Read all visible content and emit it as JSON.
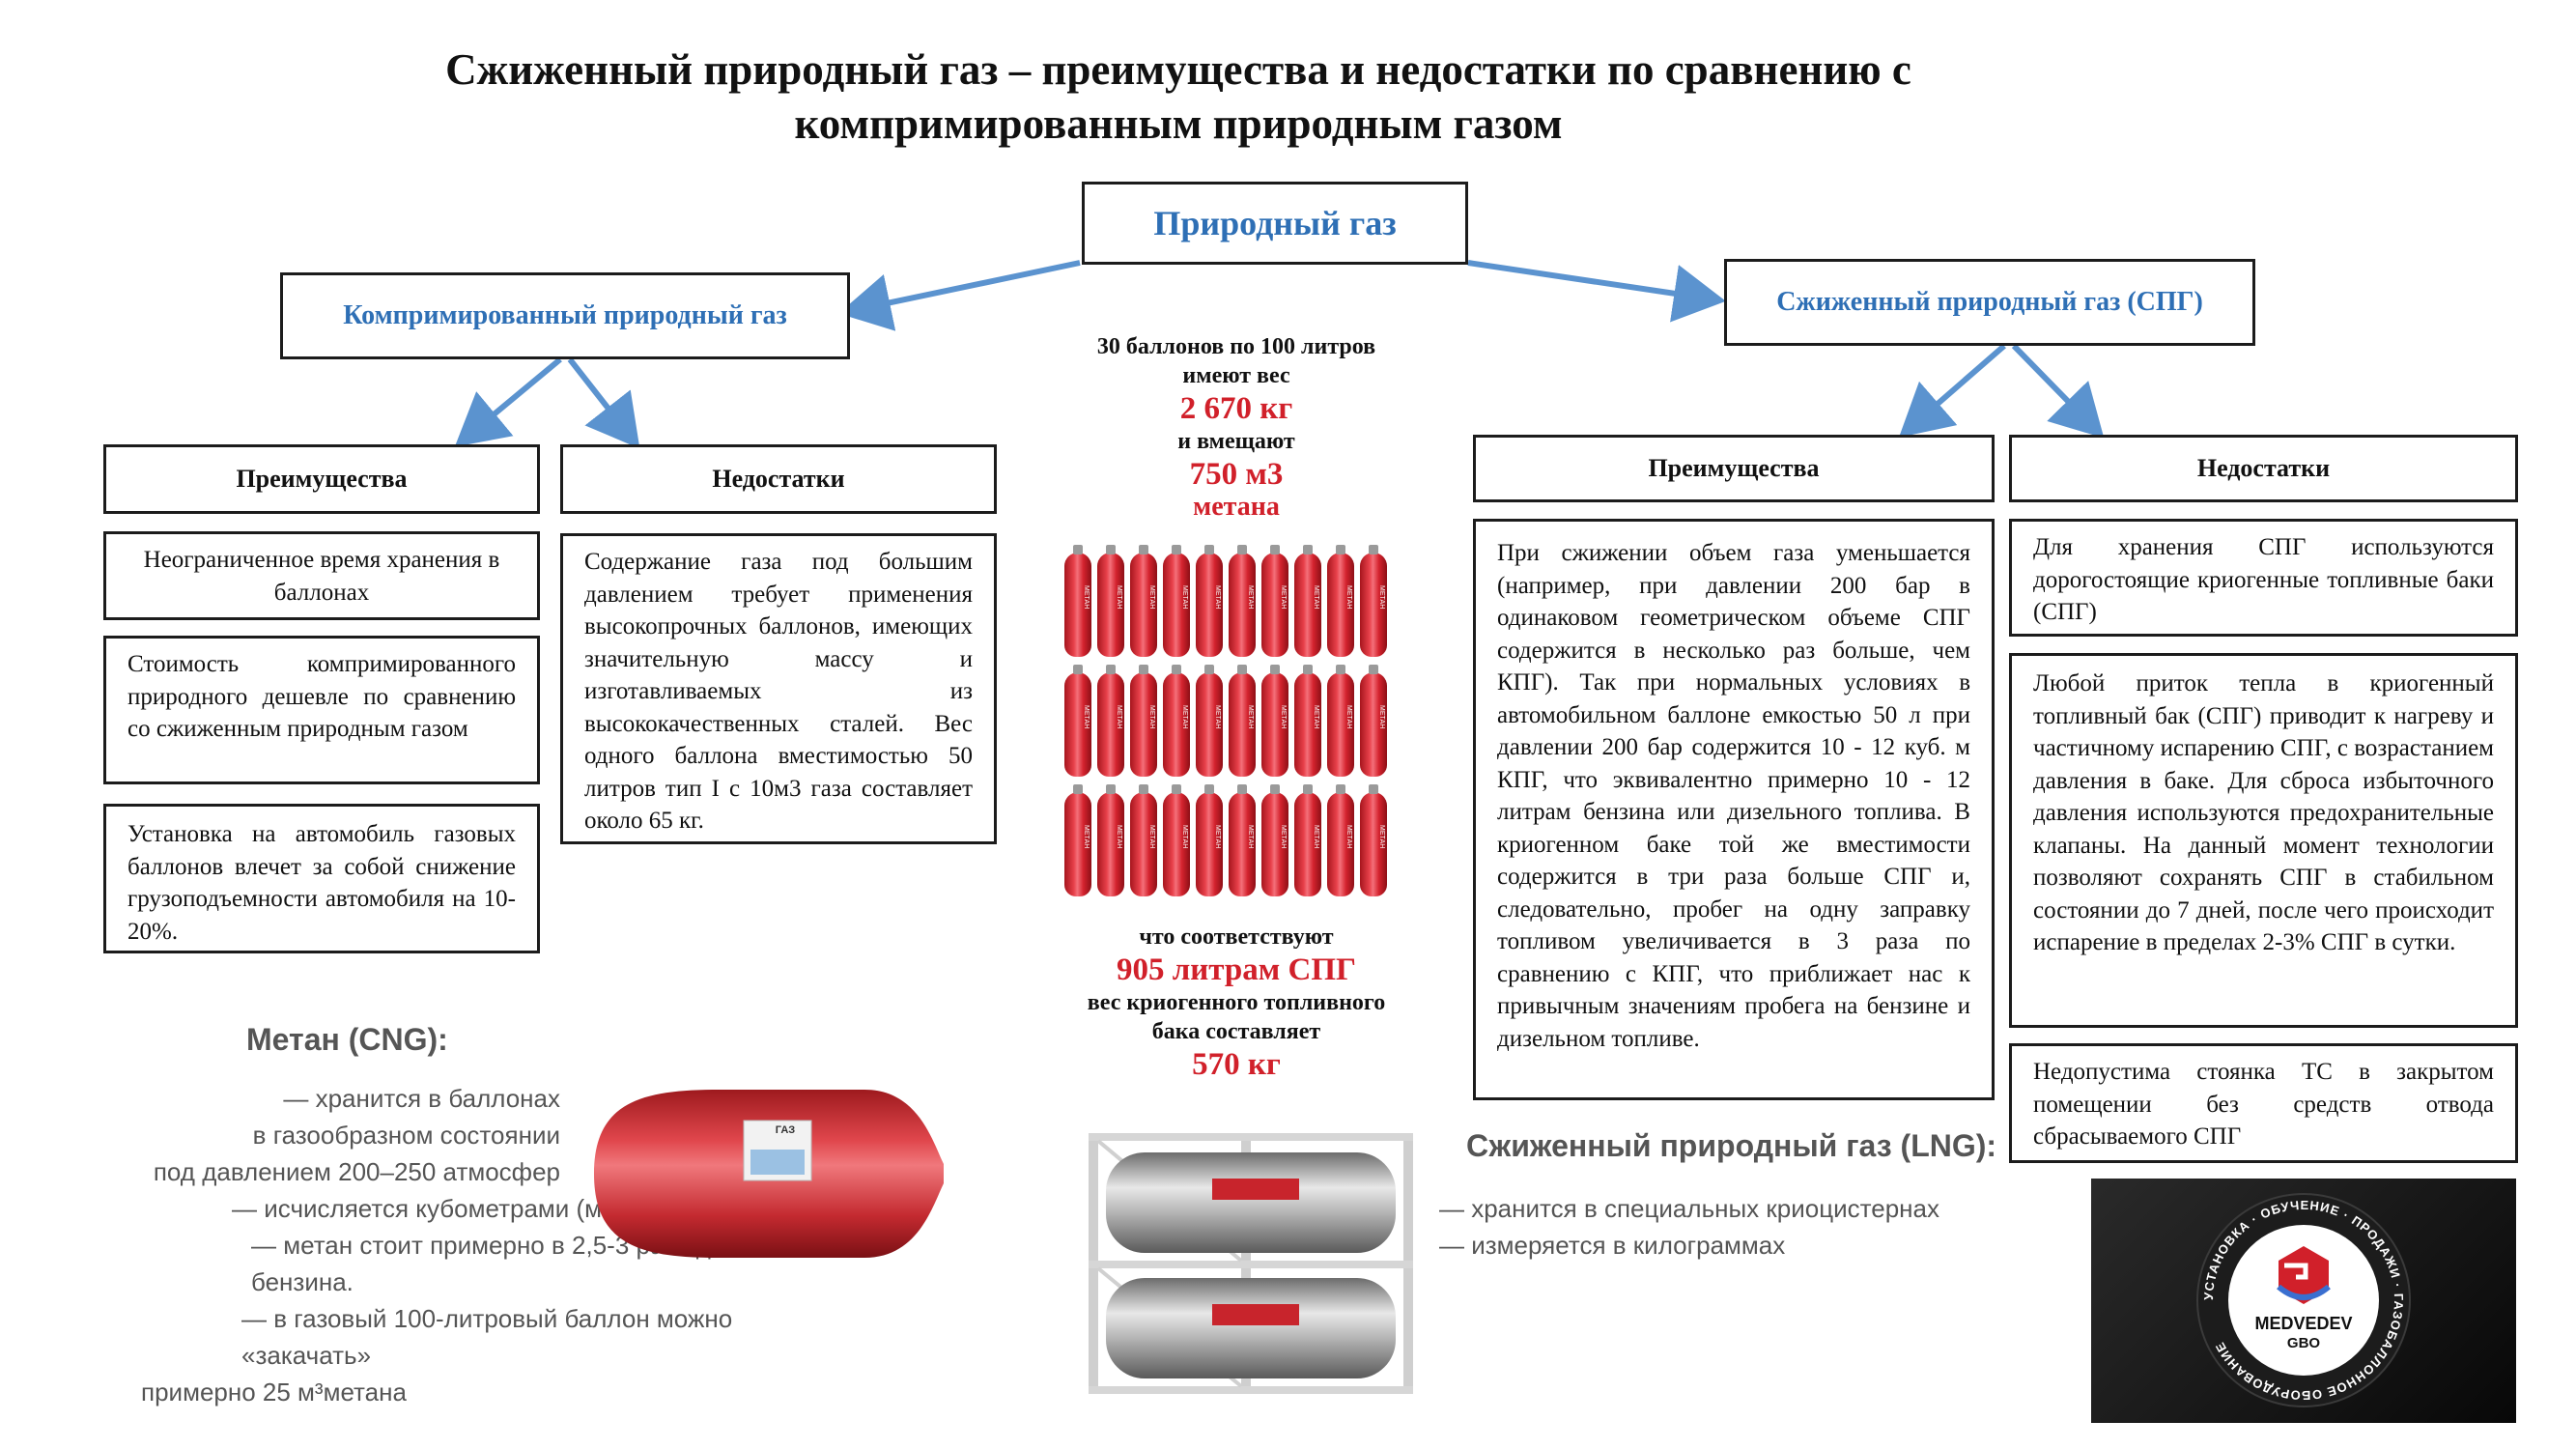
{
  "title": "Сжиженный природный газ – преимущества и недостатки по сравнению с компримированным природным газом",
  "root": "Природный газ",
  "left": {
    "title": "Компримированный природный газ",
    "pros_header": "Преимущества",
    "cons_header": "Недостатки",
    "pros": [
      "Неограниченное время хранения в баллонах",
      "Стоимость компримированного природного дешевле по сравнению со сжиженным природным газом",
      "Установка на автомобиль газовых баллонов влечет за собой снижение грузоподъемности автомобиля на 10-20%."
    ],
    "cons": [
      "Содержание газа под большим давлением требует применения высокопрочных баллонов, имеющих значительную массу и изготавливаемых из высококачественных сталей. Вес одного баллона вместимостью 50 литров тип I с 10м3 газа составляет около 65 кг."
    ]
  },
  "right": {
    "title": "Сжиженный природный газ (СПГ)",
    "pros_header": "Преимущества",
    "cons_header": "Недостатки",
    "pros": [
      "При сжижении объем газа уменьшается (например, при давлении 200 бар в одинаковом геометрическом объеме СПГ содержится в несколько раз больше, чем КПГ). Так при нормальных условиях в автомобильном баллоне емкостью 50 л при давлении 200 бар содержится 10 - 12 куб. м КПГ, что эквивалентно примерно 10 - 12 литрам бензина или дизельного топлива. В криогенном баке той же вместимости содержится в три раза больше СПГ и, следовательно, пробег на одну заправку топливом увеличивается в 3 раза по сравнению с КПГ, что приближает нас к привычным значениям пробега на бензине и дизельном топливе."
    ],
    "cons": [
      "Для хранения СПГ используются дорогостоящие криогенные топливные баки (СПГ)",
      "Любой приток тепла в криогенный топливный бак (СПГ) приводит к нагреву и частичному испарению СПГ, с возрастанием давления в баке. Для сброса избыточного давления используются предохранительные клапаны. На данный момент технологии позволяют сохранять СПГ в стабильном состоянии до 7 дней, после чего происходит испарение в пределах 2-3% СПГ в сутки.",
      "Недопустима стоянка ТС в закрытом помещении без средств отвода сбрасываемого СПГ"
    ]
  },
  "middle": {
    "line1": "30 баллонов по 100 литров имеют вес",
    "weight": "2 670 кг",
    "line2": "и вмещают",
    "volume": "750 м3",
    "gas": "метана",
    "line3": "что соответствуют",
    "lng_volume": "905 литрам СПГ",
    "line4": "вес криогенного топливного бака составляет",
    "lng_weight": "570 кг",
    "cylinder_label": "МЕТАН",
    "cylinder_count": 30
  },
  "cng_info": {
    "title": "Метан (CNG):",
    "items": [
      "— хранится в баллонах",
      "в газообразном состоянии",
      "под давлением 200–250 атмосфер",
      "— исчисляется кубометрами (м³)",
      "— метан стоит примерно в 2,5-3 раза дешевле бензина.",
      "— в газовый 100-литровый баллон можно «закачать»",
      "примерно 25 м³метана"
    ],
    "tank_label": "ГАЗ"
  },
  "lng_info": {
    "title": "Сжиженный природный газ (LNG):",
    "items": [
      "— хранится в специальных криоцистернах",
      "— измеряется в килограммах"
    ]
  },
  "logo": {
    "ring_text": "УСТАНОВКА · ОБУЧЕНИЕ · ПРОДАЖИ · ГАЗОБАЛЛОННОЕ ОБОРУДОВАНИЕ",
    "brand": "MEDVEDEV",
    "sub": "GBO"
  },
  "colors": {
    "blue": "#2e6fb5",
    "red": "#d1202a",
    "arrow": "#5b93cf"
  }
}
